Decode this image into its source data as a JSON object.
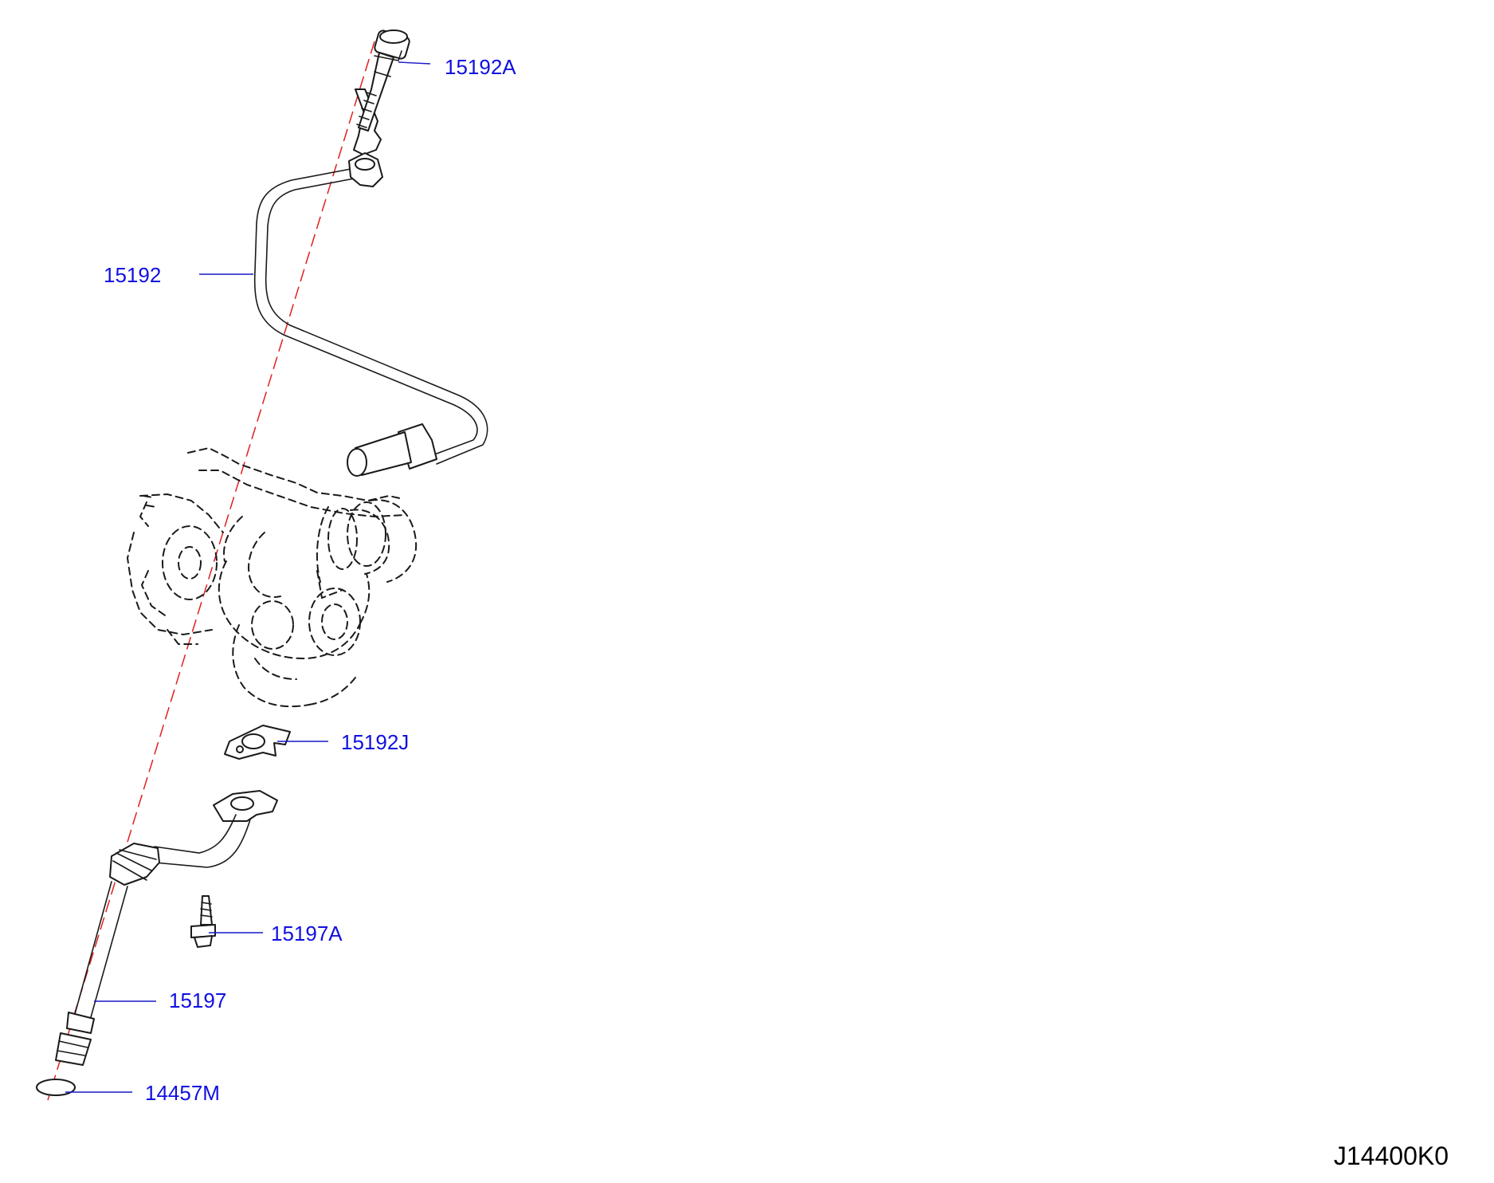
{
  "diagram_code": "J14400K0",
  "colors": {
    "callout_text": "#1010e0",
    "leader_line": "#1818c8",
    "centerline": "#e02020",
    "part_outline": "#1a1a1a"
  },
  "callouts": [
    {
      "id": "15192A",
      "label": "15192A",
      "part": "banjo bolt"
    },
    {
      "id": "15192",
      "label": "15192",
      "part": "oil feed pipe"
    },
    {
      "id": "15192J",
      "label": "15192J",
      "part": "gasket"
    },
    {
      "id": "15197A",
      "label": "15197A",
      "part": "bolt"
    },
    {
      "id": "15197",
      "label": "15197",
      "part": "oil return hose"
    },
    {
      "id": "14457M",
      "label": "14457M",
      "part": "o-ring"
    }
  ]
}
